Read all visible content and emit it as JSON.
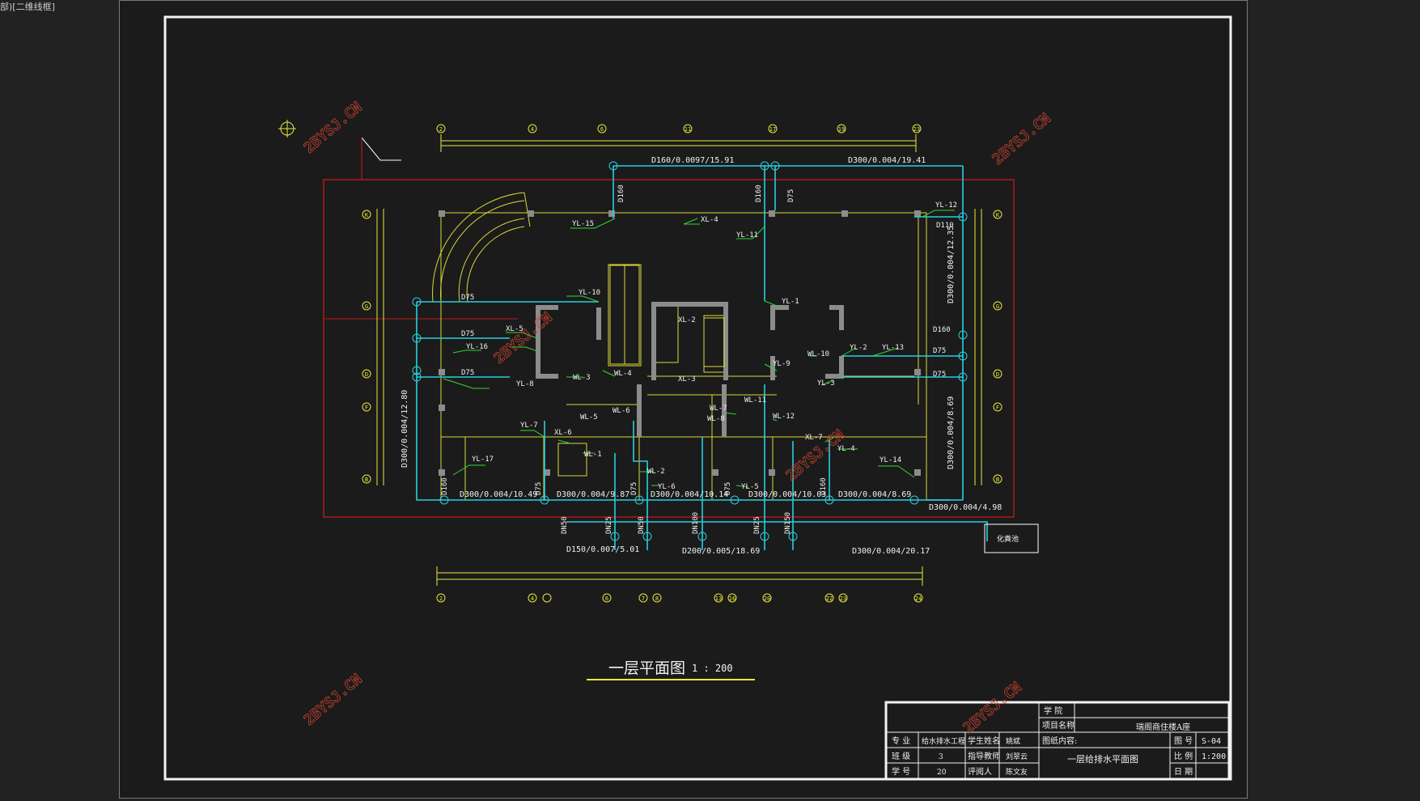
{
  "window": {
    "title": "部)[二维线框]"
  },
  "watermarks": [
    "2BYSJ.CN",
    "2BYSJ.CN",
    "2BYSJ.CN",
    "2BYSJ.CN",
    "2BYSJ.CN",
    "2BYSJ.CN"
  ],
  "drawing": {
    "title": "一层平面图",
    "scale": "1 : 200",
    "top_pipes": {
      "left": "D160/0.0097/15.91",
      "right": "D300/0.004/19.41"
    },
    "bottom_pipes": [
      "D300/0.004/10.49",
      "D300/0.004/9.87",
      "D300/0.004/10.14",
      "D300/0.004/10.03",
      "D300/0.004/8.69",
      "D300/0.004/4.98"
    ],
    "outside_pipes": {
      "a": "D150/0.007/5.01",
      "b": "D200/0.005/18.69",
      "c": "D300/0.004/20.17"
    },
    "vertical_pipes": {
      "left": "D300/0.004/12.80",
      "right_top": "D300/0.004/12.35",
      "right_bottom": "D300/0.004/8.69"
    },
    "risers": [
      "YL-15",
      "XL-4",
      "YL-11",
      "YL-1",
      "YL-12",
      "YL-10",
      "XL-5",
      "XL-2",
      "XL-3",
      "YL-16",
      "YL-8",
      "WL-3",
      "WL-4",
      "WL-5",
      "WL-6",
      "YL-7",
      "XL-6",
      "WL-1",
      "YL-17",
      "WL-2",
      "YL-6",
      "YL-9",
      "WL-10",
      "YL-2",
      "YL-13",
      "YL-3",
      "WL-11",
      "WL-7",
      "WL-8",
      "WL-12",
      "XL-7",
      "YL-4",
      "YL-5",
      "YL-14"
    ],
    "dn_labels": [
      "D75",
      "D75",
      "D75",
      "D160",
      "D160",
      "D75",
      "D110",
      "D160",
      "D75",
      "D75",
      "D160",
      "D75",
      "D75",
      "D75",
      "D160"
    ],
    "outlets": [
      "DN50",
      "DN25",
      "DN50",
      "DN100",
      "DN25",
      "DN150"
    ],
    "outside_box": "化粪池",
    "axis_top": [
      "2",
      "4",
      "6",
      "11",
      "17",
      "19",
      "23"
    ],
    "axis_bottom": [
      "2",
      "4",
      "6",
      "7",
      "8",
      "13",
      "16",
      "20",
      "22",
      "23",
      "24"
    ],
    "axis_left": [
      "K",
      "G",
      "D",
      "F",
      "B"
    ],
    "axis_right": [
      "K",
      "G",
      "D",
      "F",
      "B"
    ]
  },
  "title_block": {
    "school_label": "学 院",
    "project_name_label": "项目名称",
    "project_name": "瑞阁商住楼A座",
    "major_label": "专 业",
    "major": "给水排水工程",
    "student_label": "学生姓名",
    "student": "姚斌",
    "class_label": "班 级",
    "class": "3",
    "advisor_label": "指导教师",
    "advisor": "刘翠云",
    "id_label": "学 号",
    "id": "20",
    "reviewer_label": "评阅人",
    "reviewer": "陈文友",
    "content_label": "图纸内容:",
    "content": "一层给排水平面图",
    "drawing_no_label": "图 号",
    "drawing_no": "S-04",
    "scale_label": "比 例",
    "scale": "1:200",
    "date_label": "日 期",
    "date": ""
  }
}
